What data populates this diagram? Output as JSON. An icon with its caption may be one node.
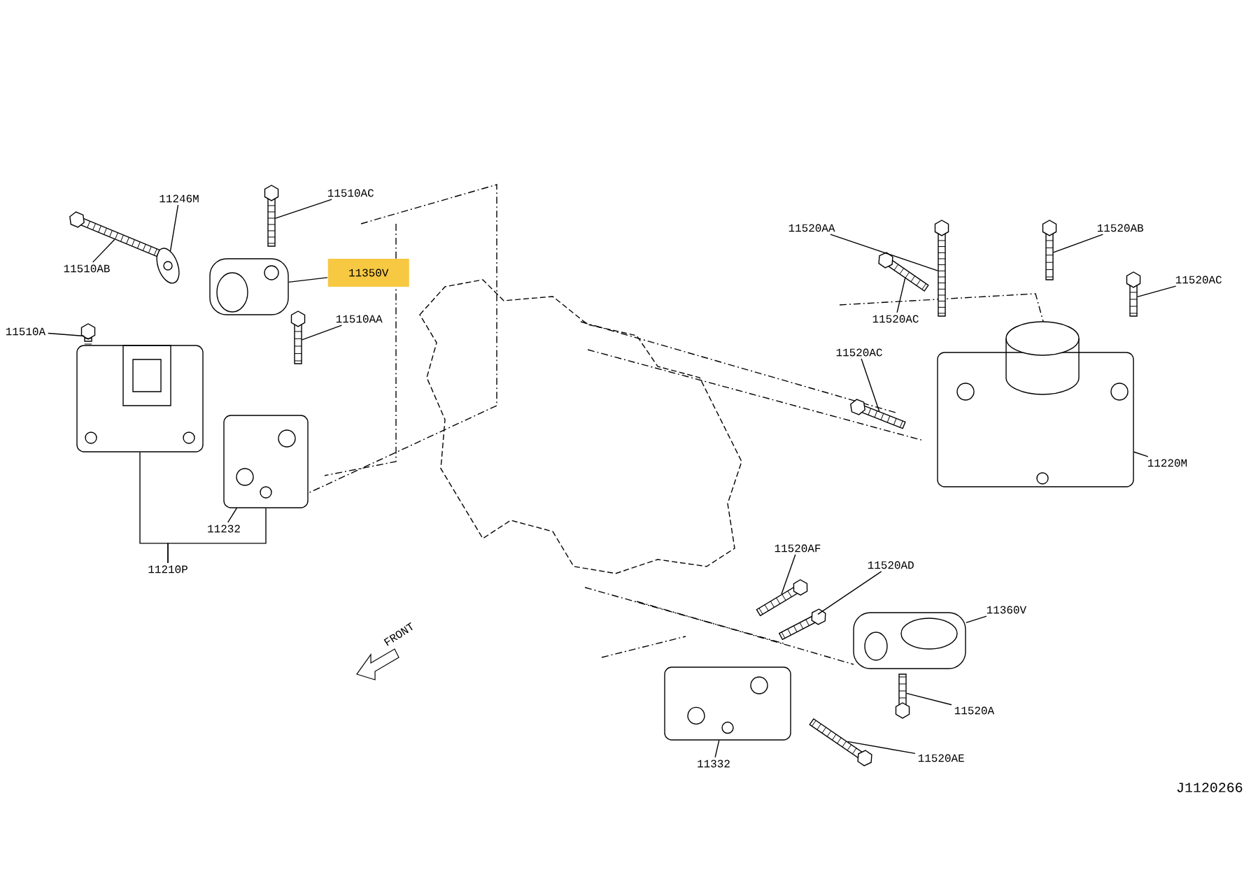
{
  "diagram": {
    "nodes": [
      {
        "text": [
          "11246M"
        ]
      },
      {
        "text": [],
        "shape": "picture"
      },
      {
        "text": [
          "11510AC"
        ]
      },
      {
        "text": [],
        "shape": "picture"
      },
      {
        "text": [
          "11510AB"
        ]
      },
      {
        "text": [],
        "shape": "picture"
      },
      {
        "text": [
          "11350V"
        ]
      },
      {
        "text": [],
        "shape": "picture"
      },
      {
        "text": [
          "11510AA"
        ]
      },
      {
        "text": [],
        "shape": "picture"
      },
      {
        "text": [
          "11510A"
        ]
      },
      {
        "text": [],
        "shape": "picture"
      },
      {
        "text": [
          "11232"
        ]
      },
      {
        "text": [],
        "shape": "picture"
      },
      {
        "text": [
          "11210P"
        ]
      },
      {
        "text": [],
        "shape": "picture"
      },
      {
        "text": [
          "11520AA"
        ]
      },
      {
        "text": [],
        "shape": "picture"
      },
      {
        "text": [
          "11520AB"
        ]
      },
      {
        "text": [],
        "shape": "picture"
      },
      {
        "text": [
          "11520AC"
        ]
      },
      {
        "text": [],
        "shape": "picture"
      },
      {
        "text": [
          "11520AC"
        ]
      },
      {
        "text": [],
        "shape": "picture"
      },
      {
        "text": [
          "11520AC"
        ]
      },
      {
        "text": [],
        "shape": "picture"
      },
      {
        "text": [
          "11220M"
        ]
      },
      {
        "text": [],
        "shape": "picture"
      },
      {
        "text": [
          "11520AF"
        ]
      },
      {
        "text": [],
        "shape": "picture"
      },
      {
        "text": [
          "11520AD"
        ]
      },
      {
        "text": [],
        "shape": "picture"
      },
      {
        "text": [
          "11360V"
        ]
      },
      {
        "text": [],
        "shape": "picture"
      },
      {
        "text": [
          "11520A"
        ]
      },
      {
        "text": [],
        "shape": "picture"
      },
      {
        "text": [
          "11520AE"
        ]
      },
      {
        "text": [],
        "shape": "picture"
      },
      {
        "text": [
          "11332"
        ]
      },
      {
        "text": [],
        "shape": "picture"
      }
    ],
    "edges": [
      {
        "from": 0,
        "to": 1,
        "arrow": "none"
      },
      {
        "from": 2,
        "to": 3,
        "arrow": "none"
      },
      {
        "from": 4,
        "to": 5,
        "arrow": "none"
      },
      {
        "from": 6,
        "to": 7,
        "arrow": "none"
      },
      {
        "from": 8,
        "to": 9,
        "arrow": "none"
      },
      {
        "from": 10,
        "to": 11,
        "arrow": "none"
      },
      {
        "from": 12,
        "to": 13,
        "arrow": "none"
      },
      {
        "from": 14,
        "to": 15,
        "arrow": "none"
      },
      {
        "from": 14,
        "to": 13,
        "arrow": "none"
      },
      {
        "from": 16,
        "to": 17,
        "arrow": "none"
      },
      {
        "from": 18,
        "to": 19,
        "arrow": "none"
      },
      {
        "from": 20,
        "to": 21,
        "arrow": "none"
      },
      {
        "from": 22,
        "to": 23,
        "arrow": "none"
      },
      {
        "from": 24,
        "to": 25,
        "arrow": "none"
      },
      {
        "from": 26,
        "to": 27,
        "arrow": "none"
      },
      {
        "from": 28,
        "to": 29,
        "arrow": "none"
      },
      {
        "from": 30,
        "to": 31,
        "arrow": "none"
      },
      {
        "from": 32,
        "to": 33,
        "arrow": "none"
      },
      {
        "from": 34,
        "to": 35,
        "arrow": "none"
      },
      {
        "from": 36,
        "to": 37,
        "arrow": "none"
      },
      {
        "from": 38,
        "to": 39,
        "arrow": "none"
      }
    ],
    "labels": [
      "FRONT",
      "J1120266"
    ]
  }
}
